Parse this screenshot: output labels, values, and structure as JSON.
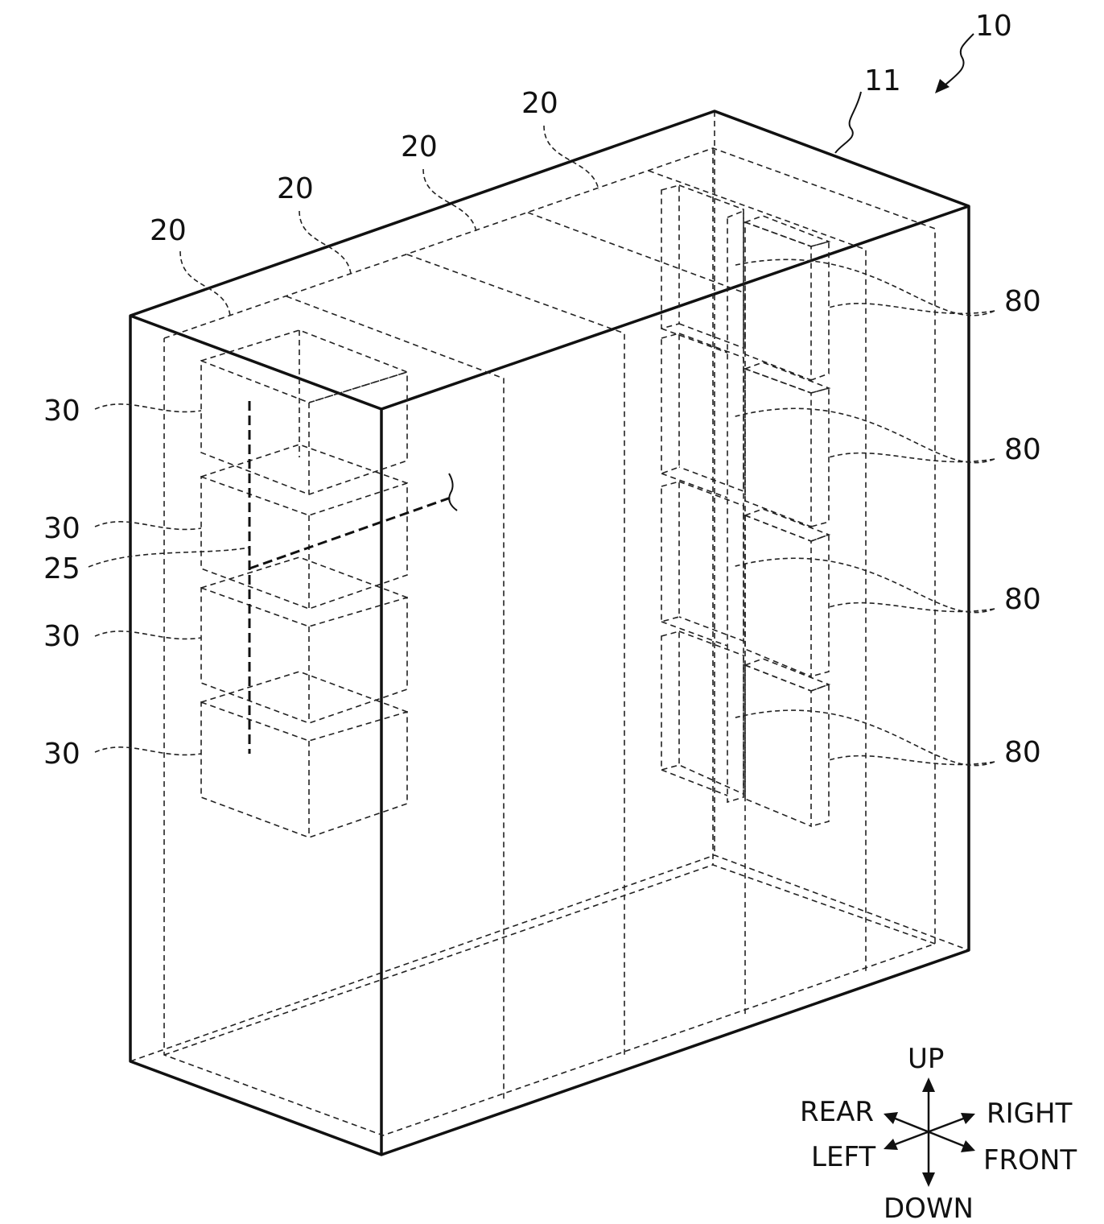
{
  "labels": {
    "apparatus": "10",
    "housing": "11",
    "partitions": [
      "20",
      "20",
      "20",
      "20"
    ],
    "modules_left": [
      "30",
      "30",
      "30",
      "30"
    ],
    "shaft": "25",
    "modules_right": [
      "80",
      "80",
      "80",
      "80"
    ]
  },
  "directions": {
    "up": "UP",
    "down": "DOWN",
    "rear": "REAR",
    "right": "RIGHT",
    "left": "LEFT",
    "front": "FRONT"
  }
}
